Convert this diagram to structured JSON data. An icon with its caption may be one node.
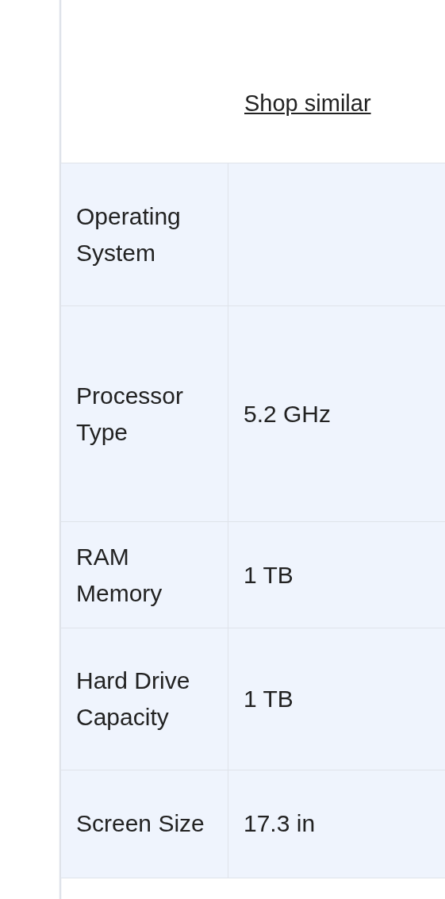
{
  "diagram": {
    "labels": [
      "Shop similar",
      "Operating System",
      "Processor Type",
      "5.2 GHz",
      "RAM Memory",
      "1 TB",
      "Hard Drive Capacity",
      "1 TB",
      "Screen Size",
      "17.3 in"
    ]
  }
}
